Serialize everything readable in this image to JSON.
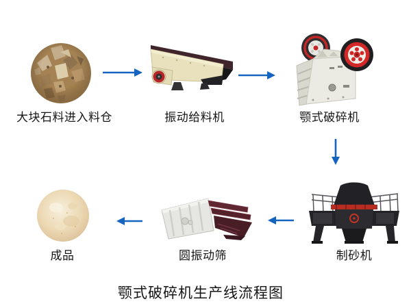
{
  "title": {
    "text": "颚式破碎机生产线流程图"
  },
  "colors": {
    "arrow": "#1565c0",
    "text": "#161616",
    "background": "#ffffff"
  },
  "stages": {
    "stone": {
      "label": "大块石料进入料仓",
      "image": "raw-stone-pile-photo"
    },
    "feeder": {
      "label": "振动给料机",
      "image": "vibrating-feeder-photo"
    },
    "jaw": {
      "label": "颚式破碎机",
      "image": "jaw-crusher-photo"
    },
    "sand": {
      "label": "制砂机",
      "image": "sand-making-machine-photo"
    },
    "screen": {
      "label": "圆振动筛",
      "image": "circular-vibrating-screen-photo"
    },
    "product": {
      "label": "成品",
      "image": "finished-sand-photo"
    }
  },
  "flow_order": [
    "stone",
    "feeder",
    "jaw",
    "sand",
    "screen",
    "product"
  ]
}
